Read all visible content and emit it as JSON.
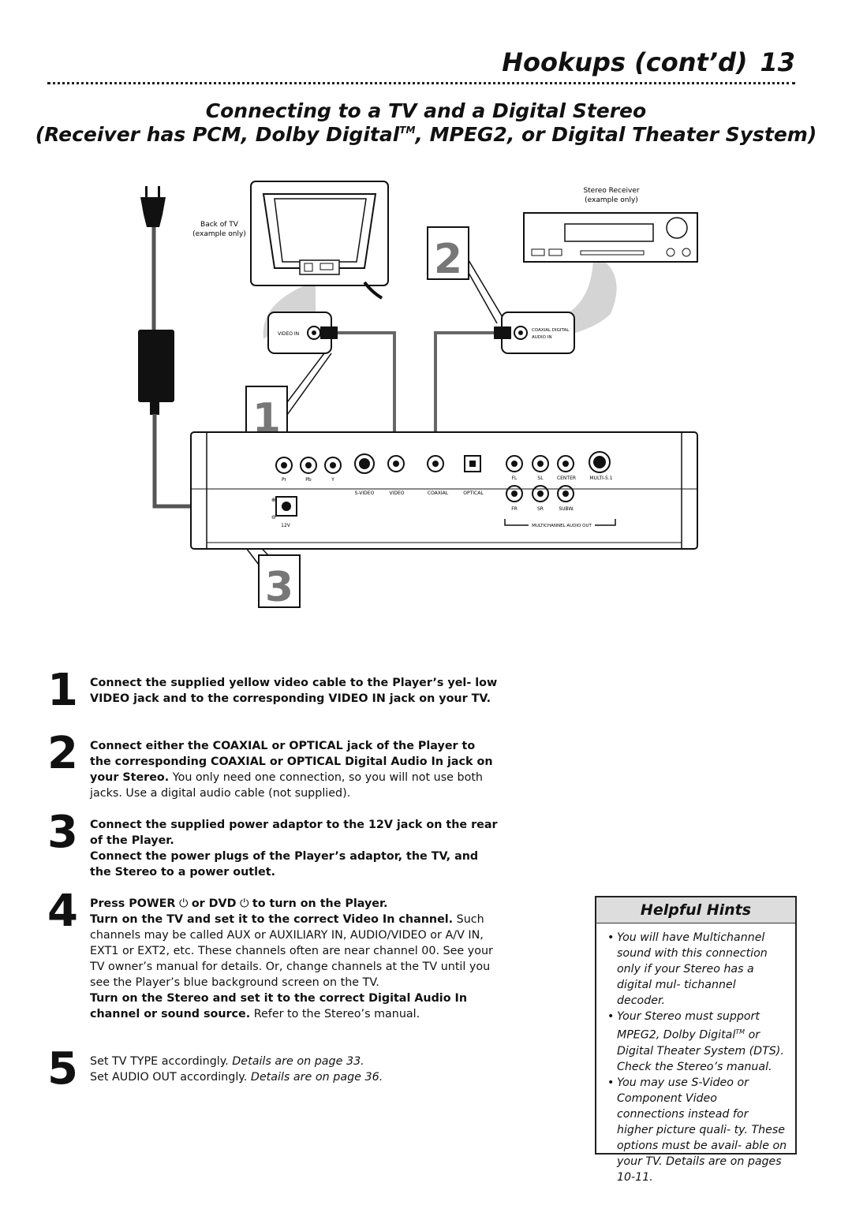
{
  "header": {
    "title": "Hookups (cont’d)",
    "page_number": "13"
  },
  "section_title": {
    "line1": "Connecting to a TV and a Digital Stereo",
    "line2_prefix": "(Receiver has PCM, Dolby Digital",
    "line2_tm": "TM",
    "line2_suffix": ", MPEG2, or Digital Theater System)"
  },
  "diagram": {
    "tv_label_1": "Back of TV",
    "tv_label_2": "(example only)",
    "receiver_label_1": "Stereo Receiver",
    "receiver_label_2": "(example only)",
    "video_in": "VIDEO IN",
    "coaxial_digital": "COAXIAL DIGITAL",
    "audio_in": "AUDIO IN",
    "callout_1": "1",
    "callout_2": "2",
    "callout_3": "3",
    "jacks": {
      "pr": "Pr",
      "pb": "Pb",
      "y": "Y",
      "svideo": "S-VIDEO",
      "video": "VIDEO",
      "coaxial": "COAXIAL",
      "optical": "OPTICAL",
      "fl": "FL",
      "sl": "SL",
      "center": "CENTER",
      "multi": "MULTI-5.1",
      "fr": "FR",
      "sr": "SR",
      "subw": "SUBW.",
      "multichannel": "MULTICHANNEL AUDIO OUT",
      "twelve_v": "12V"
    }
  },
  "steps": [
    {
      "num": "1",
      "bold1": "Connect the supplied yellow video cable to the Player’s yel- low VIDEO jack and to the corresponding VIDEO IN jack on your TV."
    },
    {
      "num": "2",
      "bold1": "Connect either the COAXIAL or OPTICAL jack of the Player to the corresponding COAXIAL or OPTICAL Digital Audio In jack on your Stereo.",
      "plain1": " You only need one connection, so you will not use both jacks. Use a digital audio cable (not supplied)."
    },
    {
      "num": "3",
      "bold1": "Connect the supplied power adaptor to the 12V jack on the rear of the Player.",
      "bold2": "Connect the power plugs of the Player’s adaptor, the TV, and the Stereo to a power outlet."
    },
    {
      "num": "4",
      "bold_a": "Press POWER",
      "bold_b": "or DVD",
      "bold_c": "to turn on the Player.",
      "bold2": "Turn on the TV and set it to the correct Video In channel.",
      "plain2": " Such channels may be called AUX or AUXILIARY IN, AUDIO/VIDEO or A/V IN, EXT1 or EXT2, etc. These channels often are near channel 00. See your TV owner’s manual for details. Or, change channels at the TV until you see the Player’s blue background screen on the TV.",
      "bold3": "Turn on the Stereo and set it to the correct Digital Audio In channel or sound source.",
      "plain3": " Refer to the Stereo’s manual."
    },
    {
      "num": "5",
      "line1_plain": "Set TV TYPE accordingly. ",
      "line1_ital": "Details are on page 33.",
      "line2_plain": "Set AUDIO OUT accordingly. ",
      "line2_ital": "Details are on page 36."
    }
  ],
  "helpful_hints": {
    "title": "Helpful Hints",
    "hint1": "You will have Multichannel sound with this connection only if your Stereo has a digital mul- tichannel decoder.",
    "hint2_a": "Your Stereo must support MPEG2, Dolby Digital",
    "hint2_tm": "TM",
    "hint2_b": " or Digital Theater System (DTS). Check the Stereo’s manual.",
    "hint3": "You may use S-Video or Component Video connections instead for higher picture quali- ty. These options must be avail- able on your TV. Details are on pages 10-11."
  }
}
